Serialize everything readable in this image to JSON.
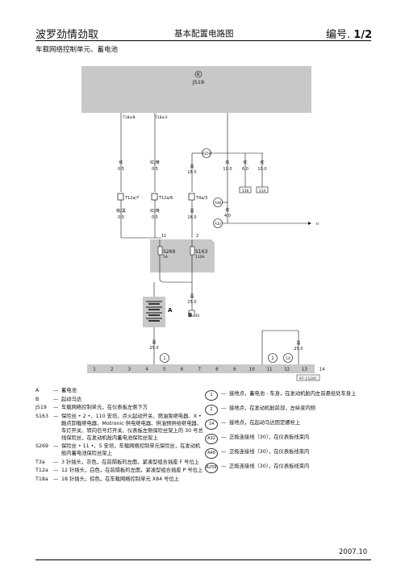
{
  "header": {
    "title": "波罗劲情劲取",
    "center": "基本配置电路图",
    "page_label": "编号.",
    "page_number": "1/2",
    "subtitle": "车载网络控制单元、蓄电池"
  },
  "diagram": {
    "module_symbol": "K",
    "module_id": "J519",
    "conn_left": "T18a/8",
    "conn_mid": "T18a/3",
    "node_a259": "A259",
    "node_a48": "A48",
    "node_a32": "A32",
    "w1_color": "红",
    "w1_size": "0.5",
    "w2_color": "红/黄",
    "w2_size": "0.5",
    "w3_color": "黑",
    "w3_size": "16.0",
    "w4_color": "红",
    "w4_size": "10.0",
    "w5_color": "红",
    "w5_size": "6.0",
    "w6_color": "红",
    "w6_size": "10.0",
    "box1": "158",
    "box2": "114",
    "c1": "T12a/7",
    "c2": "T12a/6",
    "c3": "T4a/3",
    "w7_color": "棕/黑",
    "w7_size": "0.5",
    "w8_color": "红/黄",
    "w8_size": "0.5",
    "w9_color": "黑",
    "w9_size": "16.0",
    "w10_color": "红",
    "w10_size": "4.0",
    "arrow_n": "n",
    "fuse_n1": "11",
    "fuse_n2": "2",
    "fuse1_id": "S269",
    "fuse1_val": "5A",
    "fuse2_id": "S163",
    "fuse2_val": "110A",
    "bat_label": "A",
    "starter_color": "黑",
    "starter_size": "25.0",
    "starter_id": "B",
    "starter_term": "/30",
    "wb1_color": "黑",
    "wb1_size": "25.0",
    "wb2_color": "黑",
    "wb2_size": "25.0",
    "gnd1": "1",
    "gnd2": "2",
    "gnd3": "14",
    "scale": [
      "1",
      "2",
      "3",
      "4",
      "5",
      "6",
      "7",
      "8",
      "9",
      "10",
      "11",
      "12",
      "13",
      "14"
    ],
    "ref_code": "97-1520C"
  },
  "legend_left": [
    {
      "k": "A",
      "v": "蓄电池"
    },
    {
      "k": "B",
      "v": "起动马达"
    },
    {
      "k": "J519",
      "v": "车载网络控制单元，在仪表板左侧下方"
    },
    {
      "k": "S163",
      "v": "保险丝 • 2 •、110 安培，点火起动开关、燃油泵继电器、X • 触点卸载继电器、Motronic 供电继电器、供油预供给继电器、车灯开关、转向信号灯开关、仪表板左侧保险丝架上的 30 号总线保险丝，在发动机舱内蓄电池保险丝架上"
    },
    {
      "k": "S269",
      "v": "保险丝 • 11 •、5 安培，车载网络控制单元保险丝，在发动机舱内蓄电池保险丝架上"
    },
    {
      "k": "T3a",
      "v": "3 针插头，灰色，在前隔板的左面，紧凑型组合插座 F 号位上"
    },
    {
      "k": "T12a",
      "v": "12 针插头，白色，在前隔板的左面，紧凑型组合插座 P 号位上"
    },
    {
      "k": "T18a",
      "v": "18 针插头，棕色，在车载网络控制单元 X84 号位上"
    }
  ],
  "legend_right": [
    {
      "sym": "1",
      "v": "接地点，蓄电池 - 车身，在发动机舱内左前悬挂处车身上"
    },
    {
      "sym": "2",
      "v": "接地点，在发动机舱前部，左纵梁内侧"
    },
    {
      "sym": "14",
      "v": "接地点，在起动马达固定螺栓上"
    },
    {
      "sym": "A32",
      "v": "正极连接线（30），在仪表板线束内"
    },
    {
      "sym": "A48",
      "v": "正极连接线（30），在仪表板线束内"
    },
    {
      "sym": "A259",
      "v": "正极连接线（30），在仪表板线束内"
    }
  ],
  "footer": {
    "date": "2007.10"
  }
}
